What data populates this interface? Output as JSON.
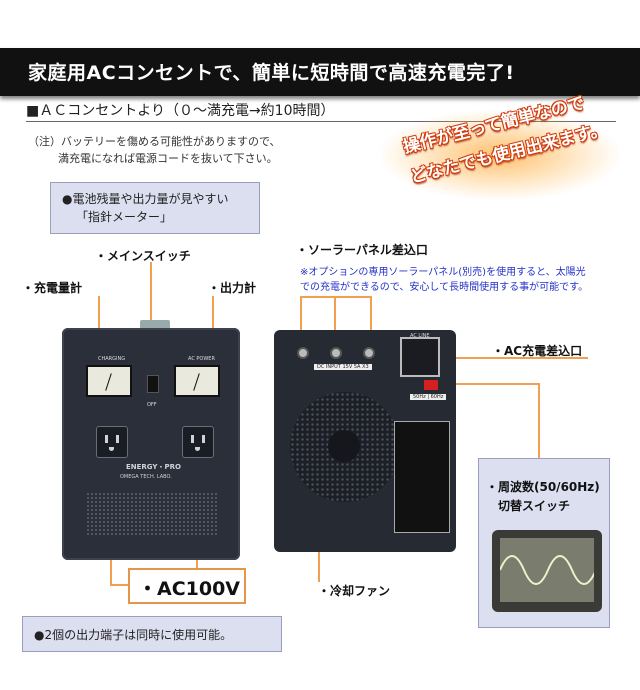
{
  "banner": {
    "title": "家庭用ACコンセントで、簡単に短時間で高速充電完了!"
  },
  "subhead": {
    "text": "■ＡＣコンセントより（０～満充電→約10時間）"
  },
  "note": {
    "line1": "（注）バッテリーを傷める可能性がありますので、",
    "line2": "満充電になれば電源コードを抜いて下さい。"
  },
  "promo": {
    "line1": "操作が至って簡単なので",
    "line2": "どなたでも使用出来ます。"
  },
  "meter_callout": {
    "line1": "●電池残量や出力量が見やすい",
    "line2": "「指針メーター」"
  },
  "labels": {
    "main_switch": "・メインスイッチ",
    "charge_meter": "・充電量計",
    "output_meter": "・出力計",
    "solar": "・ソーラーパネル差込口",
    "solar_note1": "※オプションの専用ソーラーパネル(別売)を使用すると、太陽光",
    "solar_note2": "での充電ができるので、安心して長時間使用する事が可能です。",
    "ac_inlet": "・AC充電差込口",
    "freq1": "・周波数(50/60Hz)",
    "freq2": "切替スイッチ",
    "fan": "・冷却ファン",
    "ac100": "・AC100V"
  },
  "output_callout": {
    "text": "●2個の出力端子は同時に使用可能。"
  },
  "device_front": {
    "charging": "CHARGING",
    "ac_power": "AC POWER",
    "off": "OFF",
    "brand": "ENERGY・PRO",
    "maker": "OMEGA TECH. LABO."
  },
  "device_back": {
    "dc_input": "DC INPUT 15V 5A X3",
    "ac_line": "AC LINE",
    "hz": "50Hz | 60Hz"
  },
  "colors": {
    "lead": "#f0a050",
    "callout_bg": "#dcdff0",
    "solar_note": "#2432c8"
  }
}
